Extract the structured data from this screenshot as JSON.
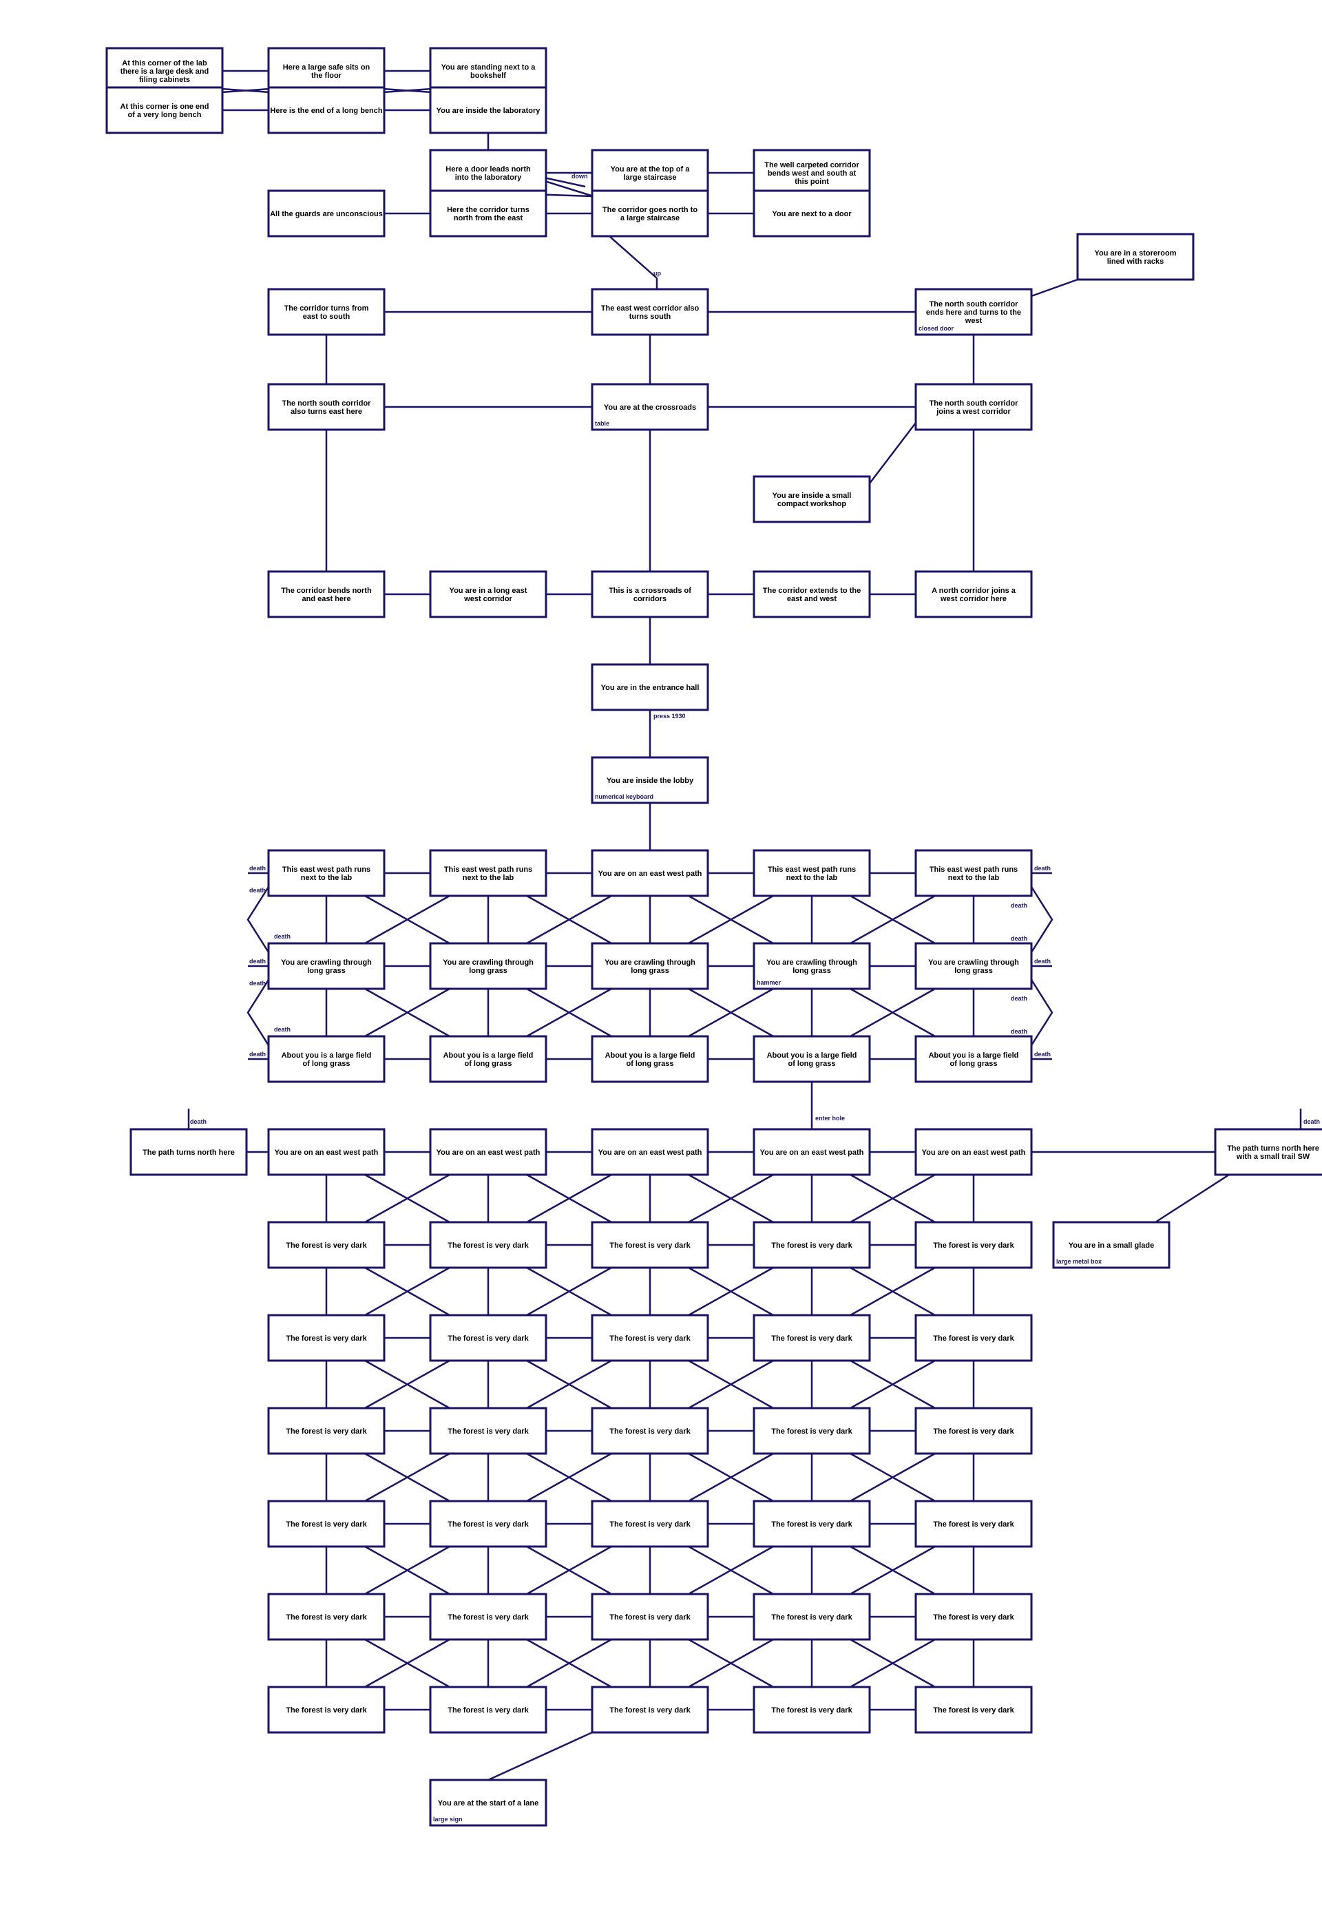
{
  "colors": {
    "line": "#1a1466",
    "text": "#000000",
    "label": "#1a1466",
    "background": "#ffffff"
  },
  "rooms": [
    {
      "id": "lab_nw",
      "lines": [
        "At this corner of the lab",
        "there is a large desk and",
        "filing cabinets"
      ]
    },
    {
      "id": "lab_n",
      "lines": [
        "Here a large safe sits on",
        "the floor"
      ]
    },
    {
      "id": "lab_ne",
      "lines": [
        "You are standing next to a",
        "bookshelf"
      ]
    },
    {
      "id": "lab_sw",
      "lines": [
        "At this corner is one end",
        "of a very long bench"
      ]
    },
    {
      "id": "lab_s",
      "lines": [
        "Here is the end of a long bench"
      ]
    },
    {
      "id": "lab_se",
      "lines": [
        "You are inside the laboratory"
      ]
    },
    {
      "id": "door_lab",
      "lines": [
        "Here a door leads north",
        "into the laboratory"
      ]
    },
    {
      "id": "stair_top",
      "lines": [
        "You are at the top of a",
        "large staircase"
      ]
    },
    {
      "id": "carpet",
      "lines": [
        "The well carpeted corridor",
        "bends west and south at",
        "this point"
      ]
    },
    {
      "id": "guards",
      "lines": [
        "All the guards are unconscious"
      ]
    },
    {
      "id": "turn_north",
      "lines": [
        "Here the corridor turns",
        "north from the east"
      ]
    },
    {
      "id": "stair_bottom",
      "lines": [
        "The corridor goes north to",
        "a large staircase"
      ]
    },
    {
      "id": "next_door",
      "lines": [
        "You are next to a door"
      ]
    },
    {
      "id": "storeroom",
      "lines": [
        "You are in a storeroom",
        "lined with racks"
      ]
    },
    {
      "id": "c_east_south",
      "lines": [
        "The corridor turns from",
        "east to south"
      ]
    },
    {
      "id": "ew_south",
      "lines": [
        "The east west corridor also",
        "turns south"
      ]
    },
    {
      "id": "ns_end_west",
      "lines": [
        "The north south corridor",
        "ends here and turns to the",
        "west"
      ]
    },
    {
      "id": "ns_east",
      "lines": [
        "The north south corridor",
        "also turns east here"
      ]
    },
    {
      "id": "crossroads",
      "lines": [
        "You are at the crossroads"
      ]
    },
    {
      "id": "ns_joins",
      "lines": [
        "The north south corridor",
        "joins a west corridor"
      ]
    },
    {
      "id": "workshop",
      "lines": [
        "You are inside a small",
        "compact workshop"
      ]
    },
    {
      "id": "bends_ne",
      "lines": [
        "The corridor bends north",
        "and east here"
      ]
    },
    {
      "id": "long_ew",
      "lines": [
        "You are in a long east",
        "west corridor"
      ]
    },
    {
      "id": "cross_corr",
      "lines": [
        "This is a crossroads of",
        "corridors"
      ]
    },
    {
      "id": "extends",
      "lines": [
        "The corridor extends to the",
        "east and west"
      ]
    },
    {
      "id": "north_joins",
      "lines": [
        "A north corridor joins a",
        "west corridor here"
      ]
    },
    {
      "id": "entrance",
      "lines": [
        "You are in the entrance hall"
      ]
    },
    {
      "id": "lobby",
      "lines": [
        "You are inside the lobby"
      ]
    },
    {
      "id": "g1_0",
      "lines": [
        "This east west path runs",
        "next to the lab"
      ]
    },
    {
      "id": "g1_1",
      "lines": [
        "This east west path runs",
        "next to the lab"
      ]
    },
    {
      "id": "g1_2",
      "lines": [
        "You are on an east west path"
      ]
    },
    {
      "id": "g1_3",
      "lines": [
        "This east west path runs",
        "next to the lab"
      ]
    },
    {
      "id": "g1_4",
      "lines": [
        "This east west path runs",
        "next to the lab"
      ]
    },
    {
      "id": "g2_0",
      "lines": [
        "You are crawling through",
        "long grass"
      ]
    },
    {
      "id": "g2_1",
      "lines": [
        "You are crawling through",
        "long grass"
      ]
    },
    {
      "id": "g2_2",
      "lines": [
        "You are crawling through",
        "long grass"
      ]
    },
    {
      "id": "g2_3",
      "lines": [
        "You are crawling through",
        "long grass"
      ]
    },
    {
      "id": "g2_4",
      "lines": [
        "You are crawling through",
        "long grass"
      ]
    },
    {
      "id": "g3_0",
      "lines": [
        "About you is a large field",
        "of long grass"
      ]
    },
    {
      "id": "g3_1",
      "lines": [
        "About you is a large field",
        "of long grass"
      ]
    },
    {
      "id": "g3_2",
      "lines": [
        "About you is a large field",
        "of long grass"
      ]
    },
    {
      "id": "g3_3",
      "lines": [
        "About you is a large field",
        "of long grass"
      ]
    },
    {
      "id": "g3_4",
      "lines": [
        "About you is a large field",
        "of long grass"
      ]
    },
    {
      "id": "path_north",
      "lines": [
        "The path turns north here"
      ]
    },
    {
      "id": "p_0",
      "lines": [
        "You are on an east west path"
      ]
    },
    {
      "id": "p_1",
      "lines": [
        "You are on an east west path"
      ]
    },
    {
      "id": "p_2",
      "lines": [
        "You are on an east west path"
      ]
    },
    {
      "id": "p_3",
      "lines": [
        "You are on an east west path"
      ]
    },
    {
      "id": "p_4",
      "lines": [
        "You are on an east west path"
      ]
    },
    {
      "id": "path_north_sw",
      "lines": [
        "The path turns north here",
        "with a small trail SW"
      ]
    },
    {
      "id": "glade",
      "lines": [
        "You are in a small glade"
      ]
    },
    {
      "id": "f1_0",
      "lines": [
        "The forest is very dark"
      ]
    },
    {
      "id": "f1_1",
      "lines": [
        "The forest is very dark"
      ]
    },
    {
      "id": "f1_2",
      "lines": [
        "The forest is very dark"
      ]
    },
    {
      "id": "f1_3",
      "lines": [
        "The forest is very dark"
      ]
    },
    {
      "id": "f1_4",
      "lines": [
        "The forest is very dark"
      ]
    },
    {
      "id": "f2_0",
      "lines": [
        "The forest is very dark"
      ]
    },
    {
      "id": "f2_1",
      "lines": [
        "The forest is very dark"
      ]
    },
    {
      "id": "f2_2",
      "lines": [
        "The forest is very dark"
      ]
    },
    {
      "id": "f2_3",
      "lines": [
        "The forest is very dark"
      ]
    },
    {
      "id": "f2_4",
      "lines": [
        "The forest is very dark"
      ]
    },
    {
      "id": "f3_0",
      "lines": [
        "The forest is very dark"
      ]
    },
    {
      "id": "f3_1",
      "lines": [
        "The forest is very dark"
      ]
    },
    {
      "id": "f3_2",
      "lines": [
        "The forest is very dark"
      ]
    },
    {
      "id": "f3_3",
      "lines": [
        "The forest is very dark"
      ]
    },
    {
      "id": "f3_4",
      "lines": [
        "The forest is very dark"
      ]
    },
    {
      "id": "f4_0",
      "lines": [
        "The forest is very dark"
      ]
    },
    {
      "id": "f4_1",
      "lines": [
        "The forest is very dark"
      ]
    },
    {
      "id": "f4_2",
      "lines": [
        "The forest is very dark"
      ]
    },
    {
      "id": "f4_3",
      "lines": [
        "The forest is very dark"
      ]
    },
    {
      "id": "f4_4",
      "lines": [
        "The forest is very dark"
      ]
    },
    {
      "id": "f5_0",
      "lines": [
        "The forest is very dark"
      ]
    },
    {
      "id": "f5_1",
      "lines": [
        "The forest is very dark"
      ]
    },
    {
      "id": "f5_2",
      "lines": [
        "The forest is very dark"
      ]
    },
    {
      "id": "f5_3",
      "lines": [
        "The forest is very dark"
      ]
    },
    {
      "id": "f5_4",
      "lines": [
        "The forest is very dark"
      ]
    },
    {
      "id": "lane",
      "lines": [
        "You are at the start of a lane"
      ]
    }
  ],
  "room_items": {
    "ns_end_west": "closed door",
    "crossroads": "table",
    "lobby": "numerical keyboard",
    "g2_3": "hammer",
    "glade": "large metal box",
    "lane": "large sign"
  },
  "labels": {
    "down": "down",
    "up": "up",
    "press": "press 1930",
    "enter_hole": "enter hole",
    "death": "death"
  }
}
